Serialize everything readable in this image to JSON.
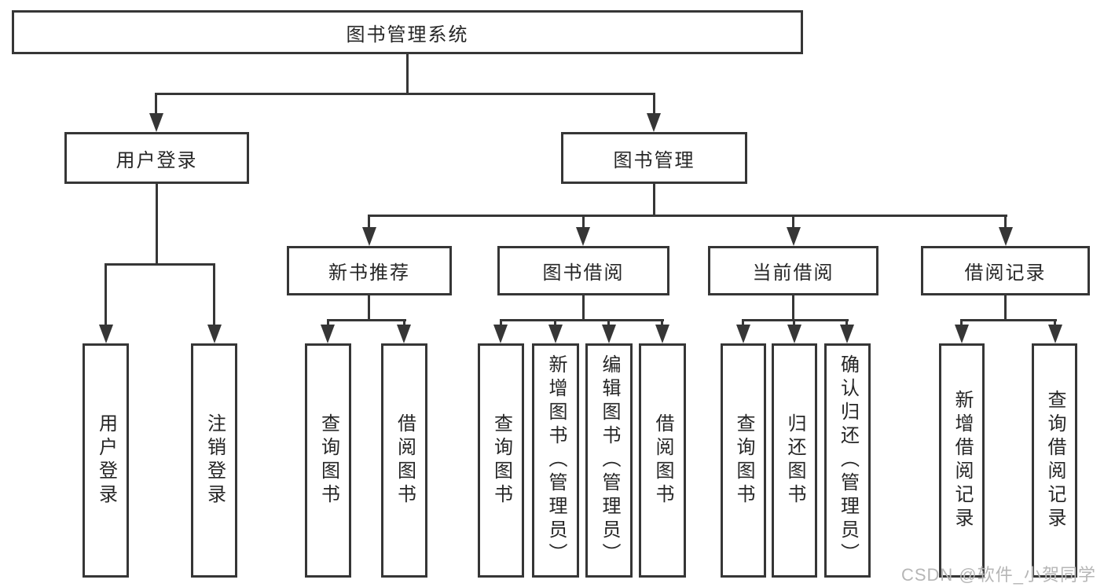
{
  "diagram": {
    "root": {
      "label": "图书管理系统"
    },
    "level2": [
      {
        "label": "用户登录"
      },
      {
        "label": "图书管理"
      }
    ],
    "level3": [
      {
        "label": "新书推荐"
      },
      {
        "label": "图书借阅"
      },
      {
        "label": "当前借阅"
      },
      {
        "label": "借阅记录"
      }
    ],
    "leaves": {
      "user_login": [
        "用户登录",
        "注销登录"
      ],
      "new_book_recommend": [
        "查询图书",
        "借阅图书"
      ],
      "book_borrow": [
        "查询图书",
        "新增图书（管理员）",
        "编辑图书（管理员）",
        "借阅图书"
      ],
      "current_borrow": [
        "查询图书",
        "归还图书",
        "确认归还（管理员）"
      ],
      "borrow_records": [
        "新增借阅记录",
        "查询借阅记录"
      ]
    }
  },
  "watermark": {
    "text": "CSDN @软件_小贺同学"
  },
  "colors": {
    "line": "#363636",
    "text": "#262626",
    "watermark": "#b6b6b6",
    "background": "#ffffff"
  }
}
